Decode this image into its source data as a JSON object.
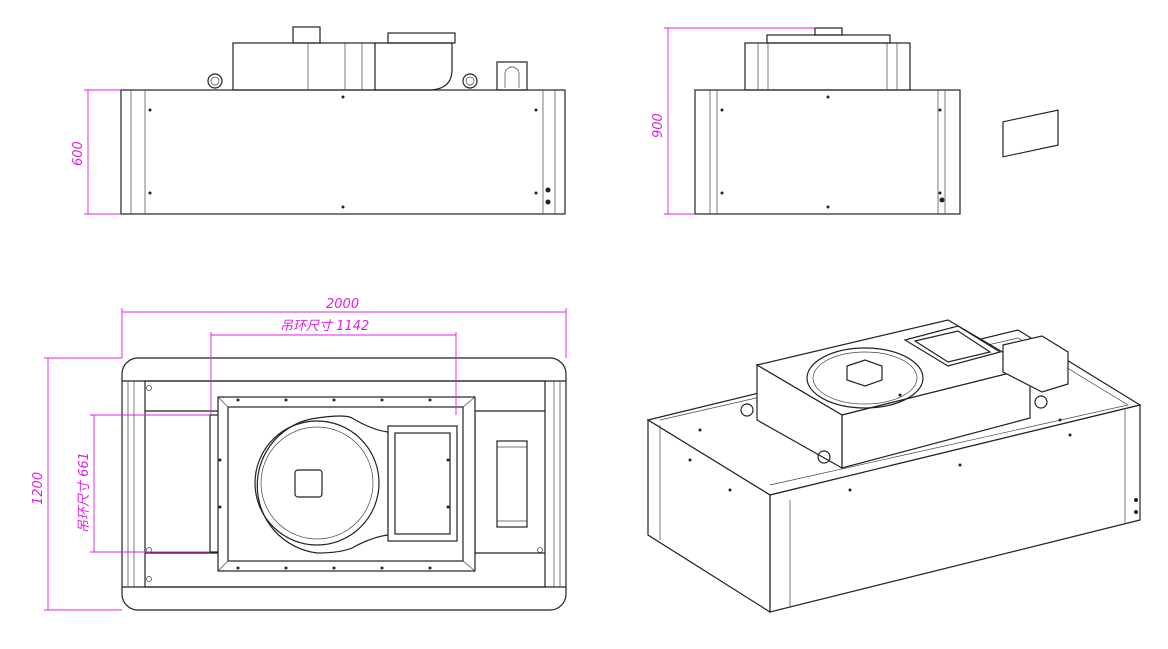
{
  "drawing": {
    "front_view": {
      "height_dim": "600"
    },
    "side_view": {
      "height_dim": "900"
    },
    "top_view": {
      "length_dim": "2000",
      "ring_length_label": "吊环尺寸 1142",
      "width_dim": "1200",
      "ring_width_label": "吊环尺寸 661"
    },
    "colors": {
      "dimension": "#e020e0",
      "line": "#222222"
    }
  }
}
